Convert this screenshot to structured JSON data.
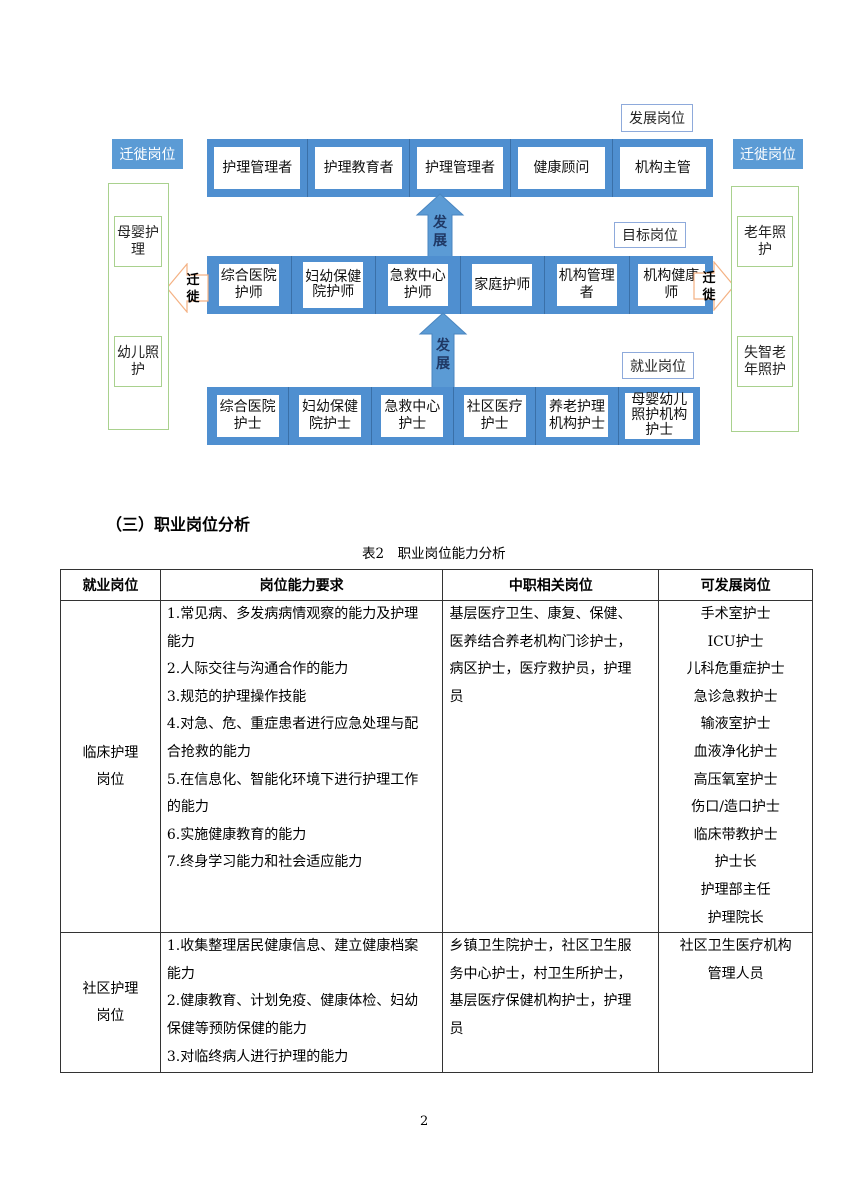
{
  "diagram": {
    "migration_label_left": "迁徙岗位",
    "migration_label_right": "迁徙岗位",
    "development_label": "发展岗位",
    "target_label": "目标岗位",
    "employment_label": "就业岗位",
    "arrow_up_text": "发展",
    "arrow_side_text": "迁徙",
    "development_row": [
      "护理管理者",
      "护理教育者",
      "护理管理者",
      "健康顾问",
      "机构主管"
    ],
    "target_row": [
      "综合医院护师",
      "妇幼保健院护师",
      "急救中心护师",
      "家庭护师",
      "机构管理者",
      "机构健康师"
    ],
    "employment_row": [
      "综合医院护士",
      "妇幼保健院护士",
      "急救中心护士",
      "社区医疗护士",
      "养老护理机构护士",
      "母婴幼儿照护机构护士"
    ],
    "left_migration": [
      "母婴护理",
      "幼儿照护"
    ],
    "right_migration": [
      "老年照护",
      "失智老年照护"
    ],
    "colors": {
      "blue": "#5b9bd5",
      "green": "#a9d18e",
      "orange": "#f4b183"
    }
  },
  "section_title": "（三）职业岗位分析",
  "table_caption": "表2　职业岗位能力分析",
  "table": {
    "headers": [
      "就业岗位",
      "岗位能力要求",
      "中职相关岗位",
      "可发展岗位"
    ],
    "rows": [
      {
        "role": [
          "临床护理",
          "岗位"
        ],
        "requirements": [
          "1.常见病、多发病病情观察的能力及护理",
          "能力",
          "2.人际交往与沟通合作的能力",
          "3.规范的护理操作技能",
          "4.对急、危、重症患者进行应急处理与配",
          "合抢救的能力",
          "5.在信息化、智能化环境下进行护理工作",
          "的能力",
          "6.实施健康教育的能力",
          "7.终身学习能力和社会适应能力"
        ],
        "related": [
          "基层医疗卫生、康复、保健、",
          "医养结合养老机构门诊护士，",
          "病区护士，医疗救护员，护理",
          "员"
        ],
        "develop": [
          "手术室护士",
          "ICU护士",
          "儿科危重症护士",
          "急诊急救护士",
          "输液室护士",
          "血液净化护士",
          "高压氧室护士",
          "伤口/造口护士",
          "临床带教护士",
          "护士长",
          "护理部主任",
          "护理院长"
        ]
      },
      {
        "role": [
          "社区护理",
          "岗位"
        ],
        "requirements": [
          "1.收集整理居民健康信息、建立健康档案",
          "能力",
          "2.健康教育、计划免疫、健康体检、妇幼",
          "保健等预防保健的能力",
          "3.对临终病人进行护理的能力"
        ],
        "related": [
          "乡镇卫生院护士，社区卫生服",
          "务中心护士，村卫生所护士，",
          "基层医疗保健机构护士，护理",
          "员"
        ],
        "develop": [
          "社区卫生医疗机构",
          "管理人员"
        ]
      }
    ]
  },
  "page_number": "2"
}
